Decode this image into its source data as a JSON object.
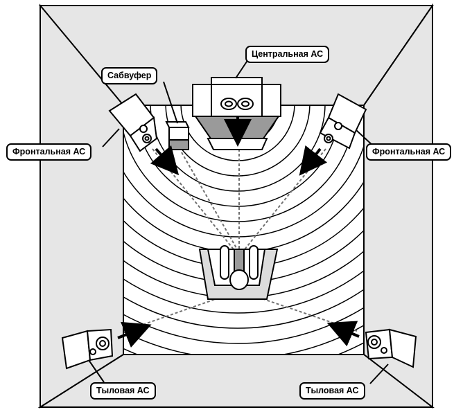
{
  "labels": {
    "center": "Центральная АС",
    "subwoofer": "Сабвуфер",
    "front_left": "Фронтальная АС",
    "front_right": "Фронтальная АС",
    "rear_left": "Тыловая АС",
    "rear_right": "Тыловая АС"
  },
  "colors": {
    "wall_fill": "#e6e6e6",
    "floor_fill": "#ffffff",
    "outline": "#000000",
    "sound_line": "#000000",
    "dotted_line": "#707070",
    "speaker_shade": "#9a9a9a",
    "seat_fill": "#dcdcdc"
  }
}
